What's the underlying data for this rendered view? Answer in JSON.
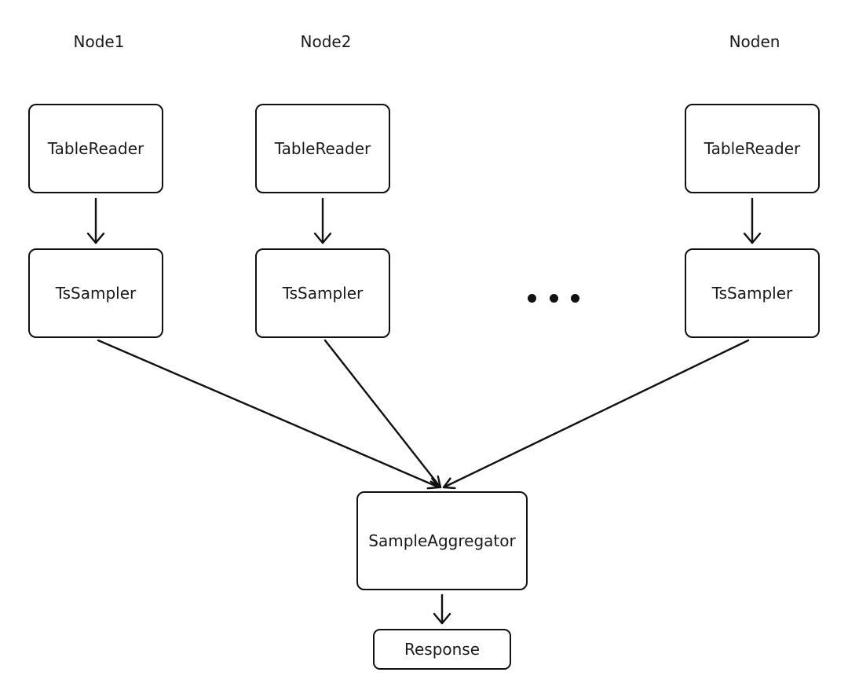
{
  "diagram": {
    "nodes": [
      {
        "title": "Node1",
        "table_reader": "TableReader",
        "ts_sampler": "TsSampler"
      },
      {
        "title": "Node2",
        "table_reader": "TableReader",
        "ts_sampler": "TsSampler"
      },
      {
        "title": "Noden",
        "table_reader": "TableReader",
        "ts_sampler": "TsSampler"
      }
    ],
    "aggregator": "SampleAggregator",
    "response": "Response"
  }
}
